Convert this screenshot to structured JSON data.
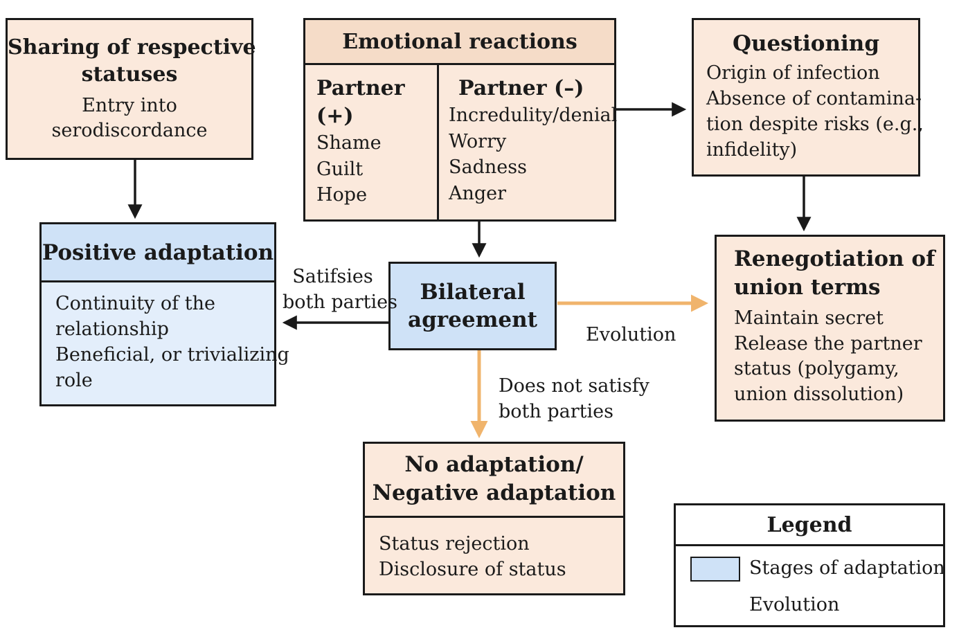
{
  "sharing": {
    "title_lines": [
      "Sharing of respective",
      "statuses"
    ],
    "body_lines": [
      "Entry into",
      "serodiscordance"
    ]
  },
  "emotional": {
    "title": "Emotional reactions",
    "left": {
      "title": "Partner (+)",
      "items": [
        "Shame",
        "Guilt",
        "Hope"
      ]
    },
    "right": {
      "title": "Partner (–)",
      "items": [
        "Incredulity/denial",
        "Worry",
        "Sadness",
        "Anger"
      ]
    }
  },
  "questioning": {
    "title": "Questioning",
    "body_lines": [
      "Origin of infection",
      "Absence of contamina-",
      "tion despite risks (e.g.,",
      "infidelity)"
    ]
  },
  "positive": {
    "title": "Positive adaptation",
    "body_lines": [
      "Continuity of the",
      "relationship",
      "Beneficial, or trivializing",
      "role"
    ]
  },
  "bilateral": {
    "title_lines": [
      "Bilateral",
      "agreement"
    ]
  },
  "renegotiation": {
    "title_lines": [
      "Renegotiation of",
      "union terms"
    ],
    "body_lines": [
      "Maintain secret",
      "Release the partner",
      "status (polygamy,",
      "union dissolution)"
    ]
  },
  "noadapt": {
    "title_lines": [
      "No adaptation/",
      "Negative adaptation"
    ],
    "body_lines": [
      "Status rejection",
      "Disclosure of status"
    ]
  },
  "labels": {
    "satisfies": [
      "Satifsies",
      "both parties"
    ],
    "evolution": "Evolution",
    "not_satisfy": [
      "Does not satisfy",
      "both parties"
    ]
  },
  "legend": {
    "title": "Legend",
    "stages": "Stages of adaptation",
    "evolution": "Evolution"
  },
  "colors": {
    "peach": "#fbe9dc",
    "blue": "#e3eefb",
    "evolution_arrow": "#f0b46c",
    "outline": "#1a1a1a"
  }
}
